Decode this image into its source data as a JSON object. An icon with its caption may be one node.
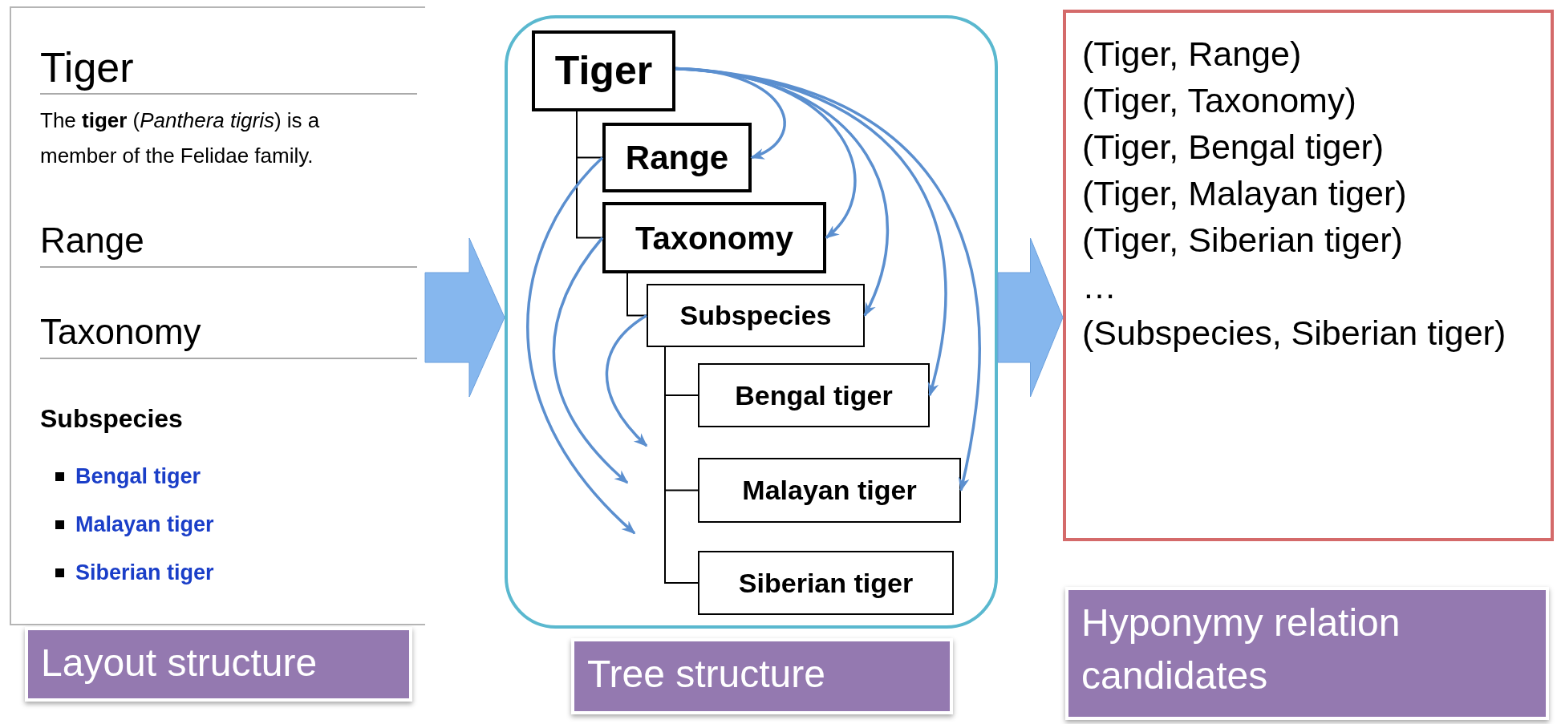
{
  "diagram": {
    "nodes": [
      {
        "text": [
          "Tiger",
          "The **tiger** (*Panthera tigris*) is a member of the Felidae family.",
          "Range",
          "Taxonomy",
          "Subspecies",
          "Bengal tiger",
          "Malayan tiger",
          "Siberian tiger"
        ]
      },
      {
        "text": [
          "Layout structure"
        ]
      },
      {
        "text": [],
        "shape": "box"
      },
      {
        "text": [
          "Tiger"
        ],
        "in": 2
      },
      {
        "text": [
          "Range"
        ],
        "in": 2
      },
      {
        "text": [
          "Taxonomy"
        ],
        "in": 2
      },
      {
        "text": [
          "Subspecies"
        ],
        "in": 2
      },
      {
        "text": [
          "Bengal tiger"
        ],
        "in": 2
      },
      {
        "text": [
          "Malayan tiger"
        ],
        "in": 2
      },
      {
        "text": [
          "Siberian tiger"
        ],
        "in": 2
      },
      {
        "text": [
          "Tree structure"
        ]
      },
      {
        "text": [
          "(Tiger, Range)",
          "(Tiger, Taxonomy)",
          "(Tiger, Bengal tiger)",
          "(Tiger, Malayan tiger)",
          "(Tiger, Siberian tiger)",
          "…",
          "(Subspecies, Siberian tiger)"
        ]
      },
      {
        "text": [
          "Hyponymy relation candidates"
        ]
      }
    ],
    "edges": [
      {
        "from": 0,
        "to": 2,
        "arrow": "to",
        "style": "thick",
        "color": "#86b7ee"
      },
      {
        "from": 2,
        "to": 11,
        "arrow": "to",
        "style": "thick",
        "color": "#86b7ee"
      },
      {
        "from": 3,
        "to": 4,
        "arrow": "none",
        "color": "#000000"
      },
      {
        "from": 3,
        "to": 5,
        "arrow": "none",
        "color": "#000000"
      },
      {
        "from": 5,
        "to": 6,
        "arrow": "none",
        "color": "#000000"
      },
      {
        "from": 6,
        "to": 7,
        "arrow": "none",
        "color": "#000000"
      },
      {
        "from": 6,
        "to": 8,
        "arrow": "none",
        "color": "#000000"
      },
      {
        "from": 6,
        "to": 9,
        "arrow": "none",
        "color": "#000000"
      },
      {
        "from": 3,
        "to": 4,
        "arrow": "to"
      },
      {
        "from": 3,
        "to": 5,
        "arrow": "to"
      },
      {
        "from": 3,
        "to": 6,
        "arrow": "to"
      },
      {
        "from": 3,
        "to": 7,
        "arrow": "to"
      },
      {
        "from": 3,
        "to": 8,
        "arrow": "to"
      },
      {
        "from": 4,
        "to": null,
        "arrow": "to"
      },
      {
        "from": 5,
        "to": null,
        "arrow": "to"
      },
      {
        "from": 6,
        "to": null,
        "arrow": "to"
      }
    ]
  }
}
